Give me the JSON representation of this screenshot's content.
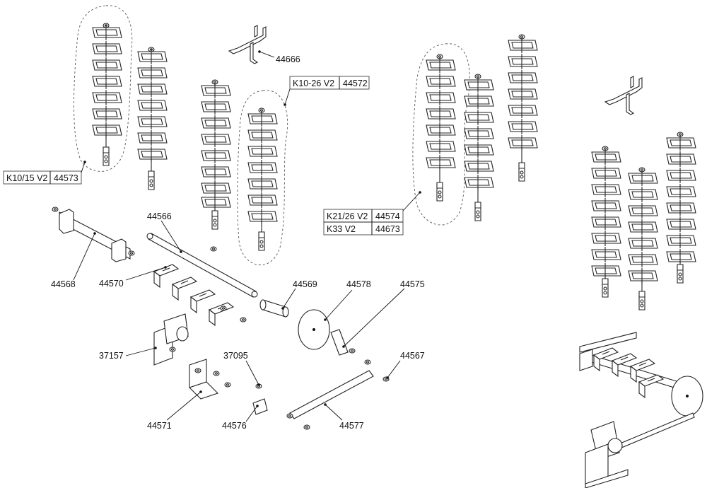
{
  "callouts": {
    "c44666": "44666",
    "c44566": "44566",
    "c44568": "44568",
    "c44570": "44570",
    "c44569": "44569",
    "c44578": "44578",
    "c44575": "44575",
    "c37157": "37157",
    "c37095": "37095",
    "c44567": "44567",
    "c44571": "44571",
    "c44576": "44576",
    "c44577": "44577"
  },
  "variant_tables": {
    "k10_15": {
      "model": "K10/15 V2",
      "part": "44573"
    },
    "k10_26": {
      "model": "K10-26 V2",
      "part": "44572"
    },
    "k21_26": {
      "model": "K21/26 V2",
      "part": "44574"
    },
    "k33": {
      "model": "K33 V2",
      "part": "44673"
    }
  }
}
